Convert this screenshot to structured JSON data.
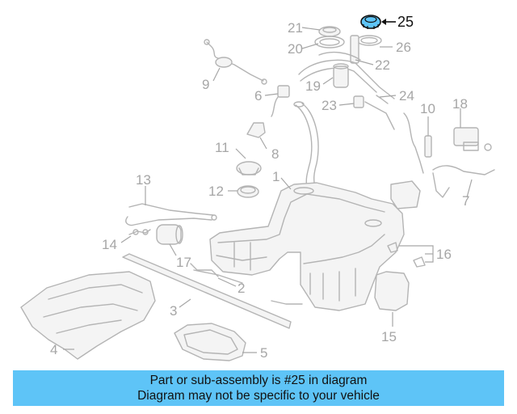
{
  "banner": {
    "line1": "Part or sub-assembly is #25 in diagram",
    "line2": "Diagram may not be specific to your vehicle",
    "background": "#5ec4f7"
  },
  "diagram": {
    "highlighted_part": "25",
    "highlight_color": "#5ec4f7",
    "callouts": [
      "1",
      "2",
      "3",
      "4",
      "5",
      "6",
      "7",
      "8",
      "9",
      "10",
      "11",
      "12",
      "13",
      "14",
      "15",
      "16",
      "17",
      "18",
      "19",
      "20",
      "21",
      "22",
      "23",
      "24",
      "25",
      "26"
    ]
  }
}
